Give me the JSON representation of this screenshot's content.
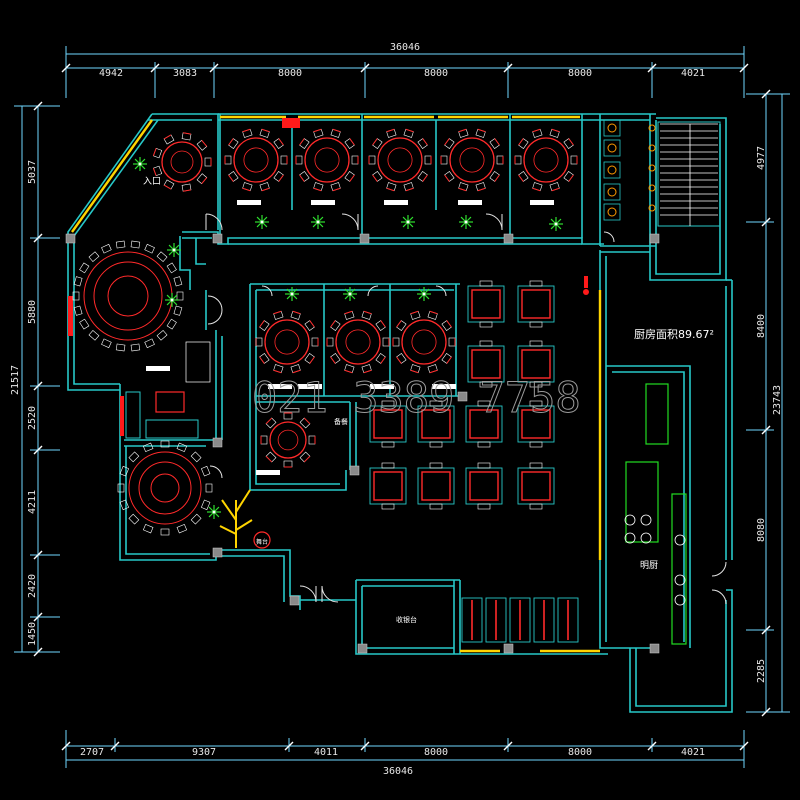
{
  "dimensions": {
    "top_total": "36046",
    "top_segments": [
      "4942",
      "3083",
      "8000",
      "8000",
      "8000",
      "4021"
    ],
    "bottom_total": "36046",
    "bottom_segments": [
      "2707",
      "9307",
      "4011",
      "8000",
      "8000",
      "4021"
    ],
    "left_total": "21517",
    "left_segments": [
      "5037",
      "5880",
      "2520",
      "4211",
      "2420",
      "1450"
    ],
    "right_total": "23743",
    "right_segments": [
      "4977",
      "8400",
      "8080",
      "2285"
    ]
  },
  "labels": {
    "kitchen_area": "厨房面积89.67²",
    "bright_kitchen": "明厨",
    "entrance": "入口",
    "cashier": "收银台",
    "service": "备餐",
    "stage": "舞台"
  },
  "watermark": "021 3389 7758",
  "colors": {
    "wall": "#27c8c8",
    "table": "#ff2a2a",
    "chair": "#ffffff",
    "plant": "#2ee02e",
    "door": "#e6e6e6",
    "kitchen": "#22dd22",
    "dim_line": "#6fd7ff",
    "accent": "#ffd400"
  }
}
